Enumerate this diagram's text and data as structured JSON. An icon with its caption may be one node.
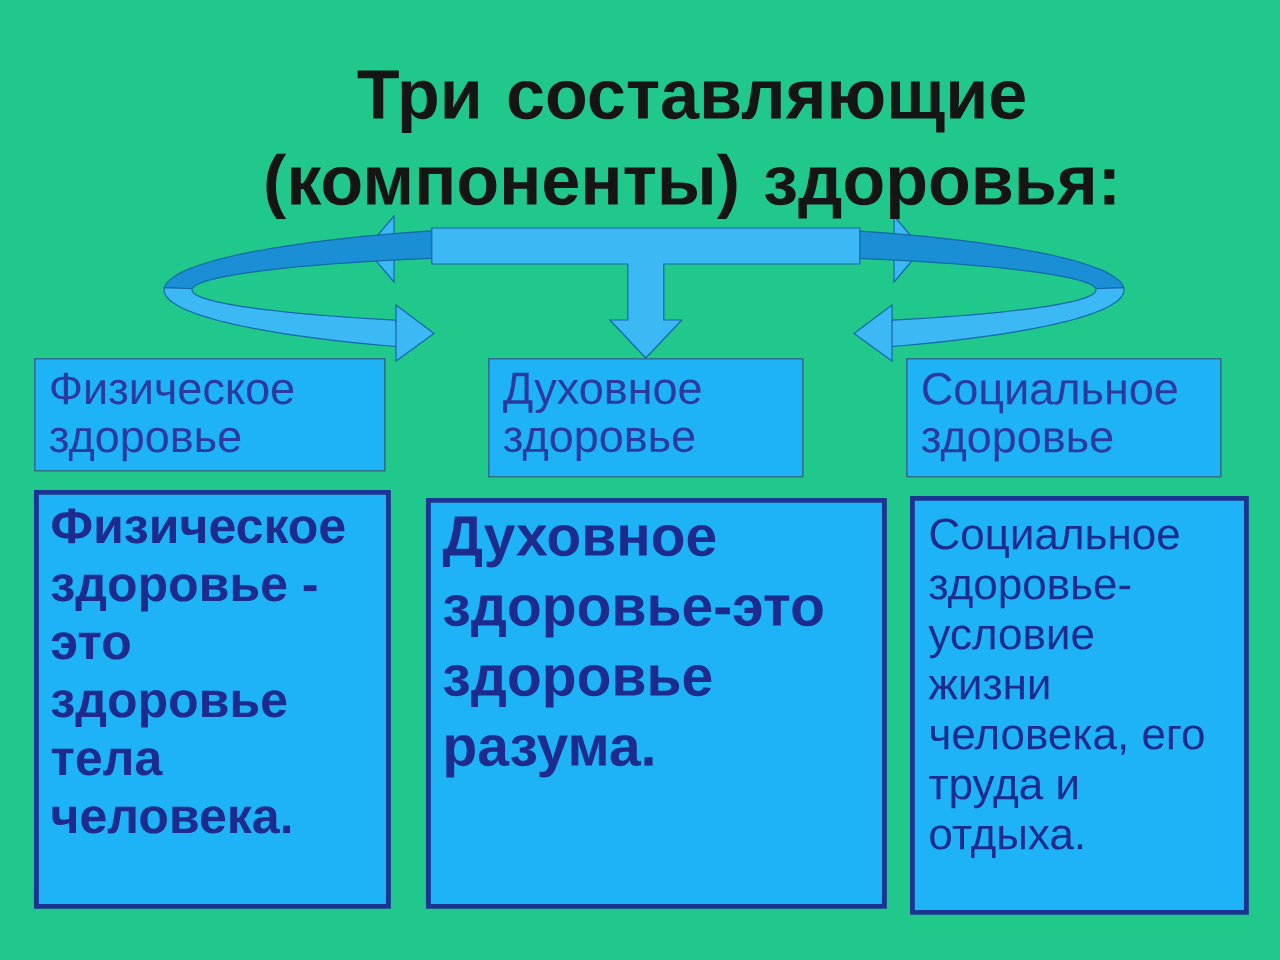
{
  "diagram": {
    "title": "Три составляющие (компоненты) здоровья:",
    "nodes": [
      {
        "text": [
          "Физическое здоровье"
        ]
      },
      {
        "text": [
          "Духовное здоровье"
        ]
      },
      {
        "text": [
          "Социальное здоровье"
        ]
      },
      {
        "text": [
          "Физическое здоровье - это здоровье тела человека."
        ]
      },
      {
        "text": [
          "Духовное здоровье-это здоровье разума."
        ]
      },
      {
        "text": [
          "Социальное здоровье- условие жизни человека, его труда и отдыха."
        ]
      }
    ],
    "edges": [
      {
        "from": null,
        "to": 1,
        "arrow": "to"
      }
    ]
  }
}
